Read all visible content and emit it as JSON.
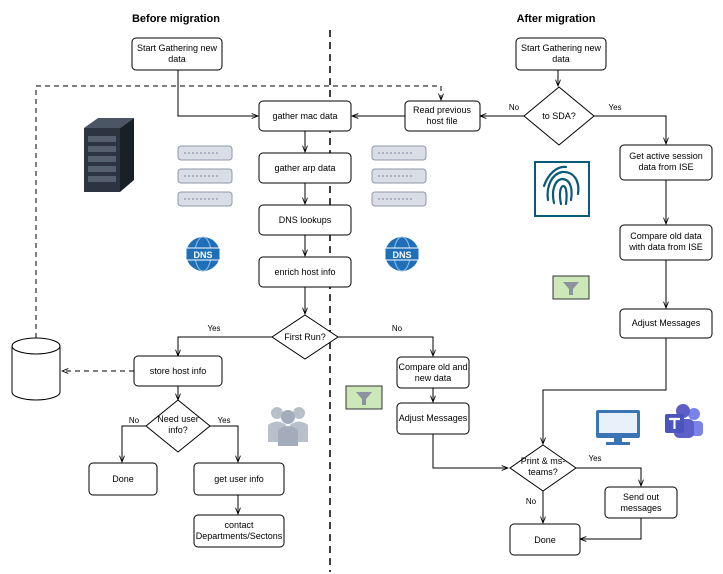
{
  "headings": {
    "before": "Before migration",
    "after": "After migration"
  },
  "nodes": {
    "start_before": "Start Gathering new|data",
    "gather_mac": "gather mac data",
    "gather_arp": "gather arp data",
    "dns_lookups": "DNS lookups",
    "enrich": "enrich host info",
    "first_run": "First Run?",
    "store_host": "store host info",
    "need_user": "Need user|info?",
    "done_left": "Done",
    "get_user": "get user info",
    "contact": "contact|Departments/Sectons",
    "read_prev": "Read previous|host file",
    "compare_new": "Compare old and|new data",
    "adjust_left": "Adjust Messages",
    "start_after": "Start Gathering new|data",
    "to_sda": "to SDA?",
    "get_session": "Get active session|data from ISE",
    "compare_ise": "Compare old data|with data from ISE",
    "adjust_right": "Adjust Messages",
    "print_teams": "Print & ms-|teams?",
    "send_out": "Send out|messages",
    "done_right": "Done"
  },
  "edge_labels": {
    "first_run_yes": "Yes",
    "first_run_no": "No",
    "need_user_no": "No",
    "need_user_yes": "Yes",
    "sda_no": "No",
    "sda_yes": "Yes",
    "print_yes": "Yes",
    "print_no": "No"
  },
  "icons": {
    "dns_label": "DNS",
    "colors": {
      "server_dark": "#2b3440",
      "switch_fill": "#d9dde6",
      "dns_blue": "#1f6fb8",
      "teams_purple": "#5b5fc7",
      "filter_green": "#cce7b8",
      "ise_teal": "#0a5a78",
      "users_gray": "#b8c0cc",
      "monitor_blue": "#3a74b5"
    }
  }
}
